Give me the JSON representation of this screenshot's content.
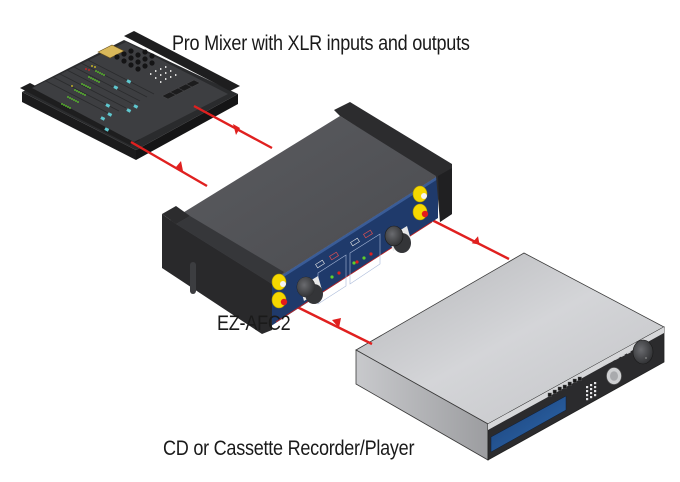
{
  "labels": {
    "mixer": "Pro Mixer with XLR inputs and outputs",
    "device": "EZ-AFC2",
    "player": "CD or Cassette Recorder/Player"
  },
  "devices": [
    {
      "id": "pro-mixer",
      "name": "Pro Mixer",
      "kind": "mixing-console"
    },
    {
      "id": "ez-afc2",
      "name": "EZ-AFC2",
      "kind": "audio-format-converter"
    },
    {
      "id": "cd-player",
      "name": "CD or Cassette Recorder/Player",
      "kind": "recorder-player"
    }
  ],
  "connections": [
    {
      "from": "pro-mixer",
      "to": "ez-afc2",
      "direction": "mixer-to-converter"
    },
    {
      "from": "ez-afc2",
      "to": "pro-mixer",
      "direction": "converter-to-mixer"
    },
    {
      "from": "ez-afc2",
      "to": "cd-player",
      "direction": "converter-to-player"
    },
    {
      "from": "cd-player",
      "to": "ez-afc2",
      "direction": "player-to-converter"
    }
  ],
  "colors": {
    "cable": "#e0201f",
    "rca_connector": "#f5d800",
    "rca_tip_red": "#e31b1b",
    "converter_body": "#4a4b4f",
    "converter_panel": "#1f3a6b",
    "player_top": "#c9cacd",
    "player_front": "#2b2b2d",
    "player_display": "#1f4d8a",
    "mixer_body": "#3a3b3d",
    "mixer_fader_cap": "#5fc8d0",
    "led_green": "#5fcf2a",
    "led_red": "#e02020"
  }
}
